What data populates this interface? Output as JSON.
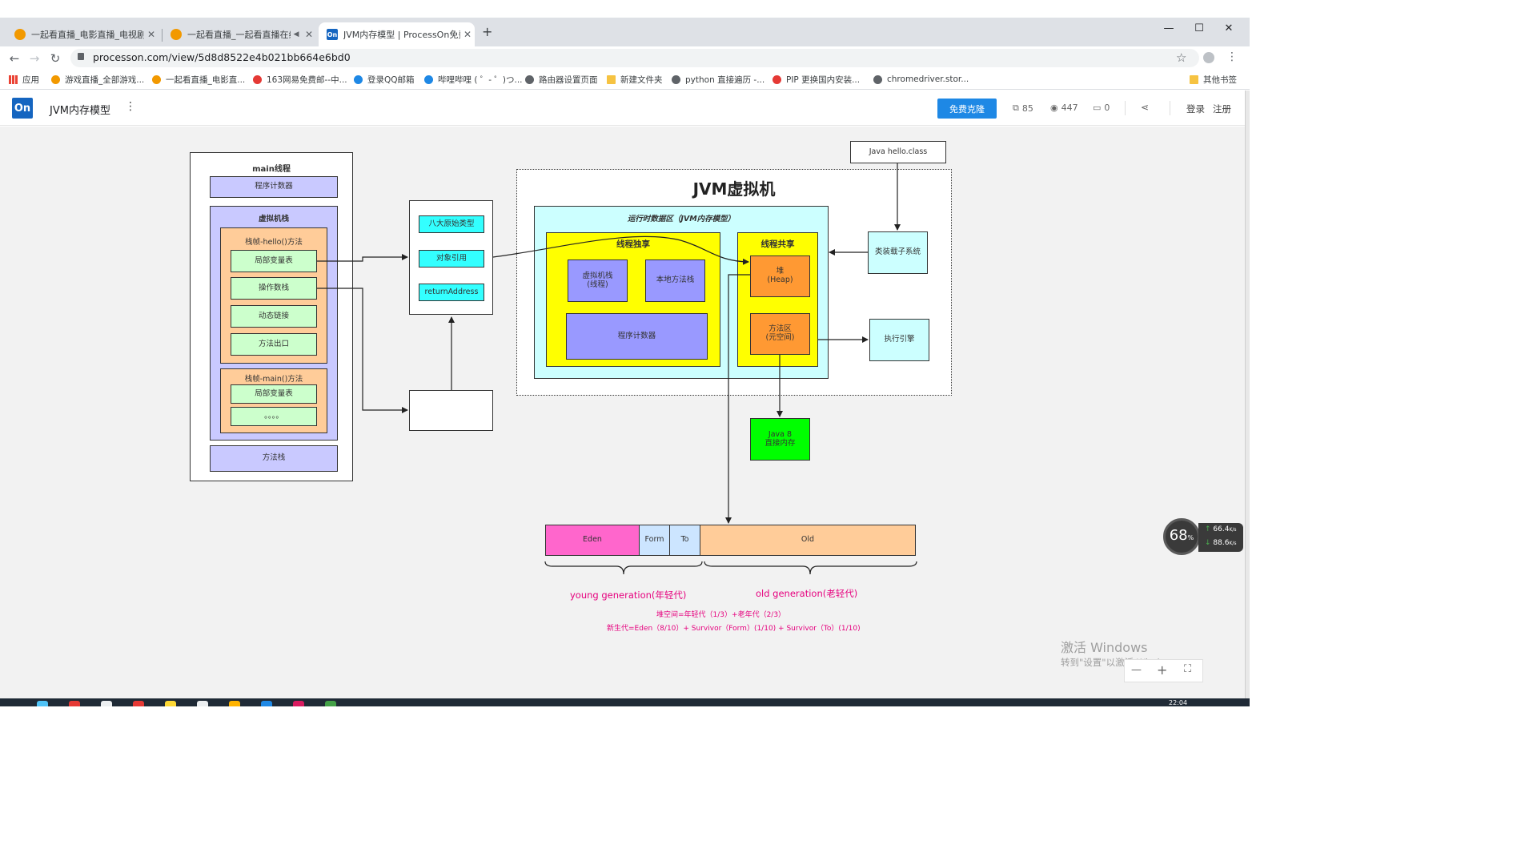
{
  "browser": {
    "tabs": [
      {
        "title": "一起看直播_电影直播_电视剧直播",
        "active": false
      },
      {
        "title": "一起看直播_一起看直播在线",
        "active": false,
        "muted_icon": "speaker-icon"
      },
      {
        "title": "JVM内存模型 | ProcessOn免费在",
        "active": true,
        "favicon_text": "On"
      }
    ],
    "new_tab": "+",
    "window_controls": {
      "minimize": "—",
      "maximize": "☐",
      "close": "✕"
    },
    "url": "processon.com/view/5d8d8522e4b021bb664e6bd0",
    "bookmarks": [
      {
        "label": "应用"
      },
      {
        "label": "游戏直播_全部游戏..."
      },
      {
        "label": "一起看直播_电影直..."
      },
      {
        "label": "163网易免费邮--中..."
      },
      {
        "label": "登录QQ邮箱"
      },
      {
        "label": "哔哩哔哩 ( ゜- ゜)つ..."
      },
      {
        "label": "路由器设置页面"
      },
      {
        "label": "新建文件夹"
      },
      {
        "label": "python 直接遍历 -..."
      },
      {
        "label": "PIP 更换国内安装..."
      },
      {
        "label": "chromedriver.stor..."
      },
      {
        "label": "其他书签"
      }
    ]
  },
  "app": {
    "logo": "On",
    "doc_title": "JVM内存模型",
    "more": "⋮",
    "clone_button": "免费克隆",
    "stats": {
      "clones": "85",
      "views": "447",
      "comments": "0"
    },
    "login": "登录",
    "register": "注册"
  },
  "diagram": {
    "main_thread": {
      "title": "main线程",
      "program_counter": "程序计数器",
      "vm_stack_title": "虚拟机栈",
      "frame_hello": {
        "title": "栈帧-hello()方法",
        "items": [
          "局部变量表",
          "操作数栈",
          "动态链接",
          "方法出口"
        ]
      },
      "frame_main": {
        "title": "栈帧-main()方法",
        "items": [
          "局部变量表",
          "。。。。"
        ]
      },
      "method_stack": "方法栈"
    },
    "local_vars": {
      "items": [
        "八大原始类型",
        "对象引用",
        "returnAddress"
      ]
    },
    "jvm": {
      "title": "JVM虚拟机",
      "runtime_area": "运行时数据区（JVM内存模型）",
      "thread_private": {
        "title": "线程独享",
        "vm_stack": "虚拟机栈\n(线程)",
        "native_stack": "本地方法栈",
        "pc": "程序计数器"
      },
      "thread_shared": {
        "title": "线程共享",
        "heap": "堆\n(Heap)",
        "method_area": "方法区\n(元空间)"
      },
      "class_loader": "类装载子系统",
      "exec_engine": "执行引擎"
    },
    "java_class": "Java hello.class",
    "direct_memory": "Java 8\n直接内存",
    "heap_layout": {
      "eden": "Eden",
      "form": "Form",
      "to": "To",
      "old": "Old",
      "young_label": "young generation(年轻代)",
      "old_label": "old generation(老轻代)",
      "note1": "堆空间=年轻代（1/3）+老年代（2/3）",
      "note2": "新生代=Eden（8/10）+ Survivor（Form）(1/10) + Survivor（To）(1/10)"
    },
    "colors": {
      "lavender": "#c9c9ff",
      "peach": "#ffcc99",
      "light_green": "#ccffcc",
      "cyan": "#33ffff",
      "light_cyan": "#ccffff",
      "yellow": "#ffff00",
      "purple": "#9999ff",
      "orange": "#ff9933",
      "green": "#00ff00",
      "pink": "#ff66cc",
      "pale_blue": "#cce5ff",
      "annotation": "#e6007e"
    }
  },
  "overlays": {
    "speed_percent": "68",
    "speed_unit": "%",
    "up_speed": "66.4",
    "down_speed": "88.6",
    "speed_suffix": "K/s",
    "activate_title": "激活 Windows",
    "activate_sub": "转到\"设置\"以激活 Windows。",
    "zoom_out": "—",
    "zoom_in": "+",
    "fullscreen": "⛶",
    "clock": "22:04"
  }
}
